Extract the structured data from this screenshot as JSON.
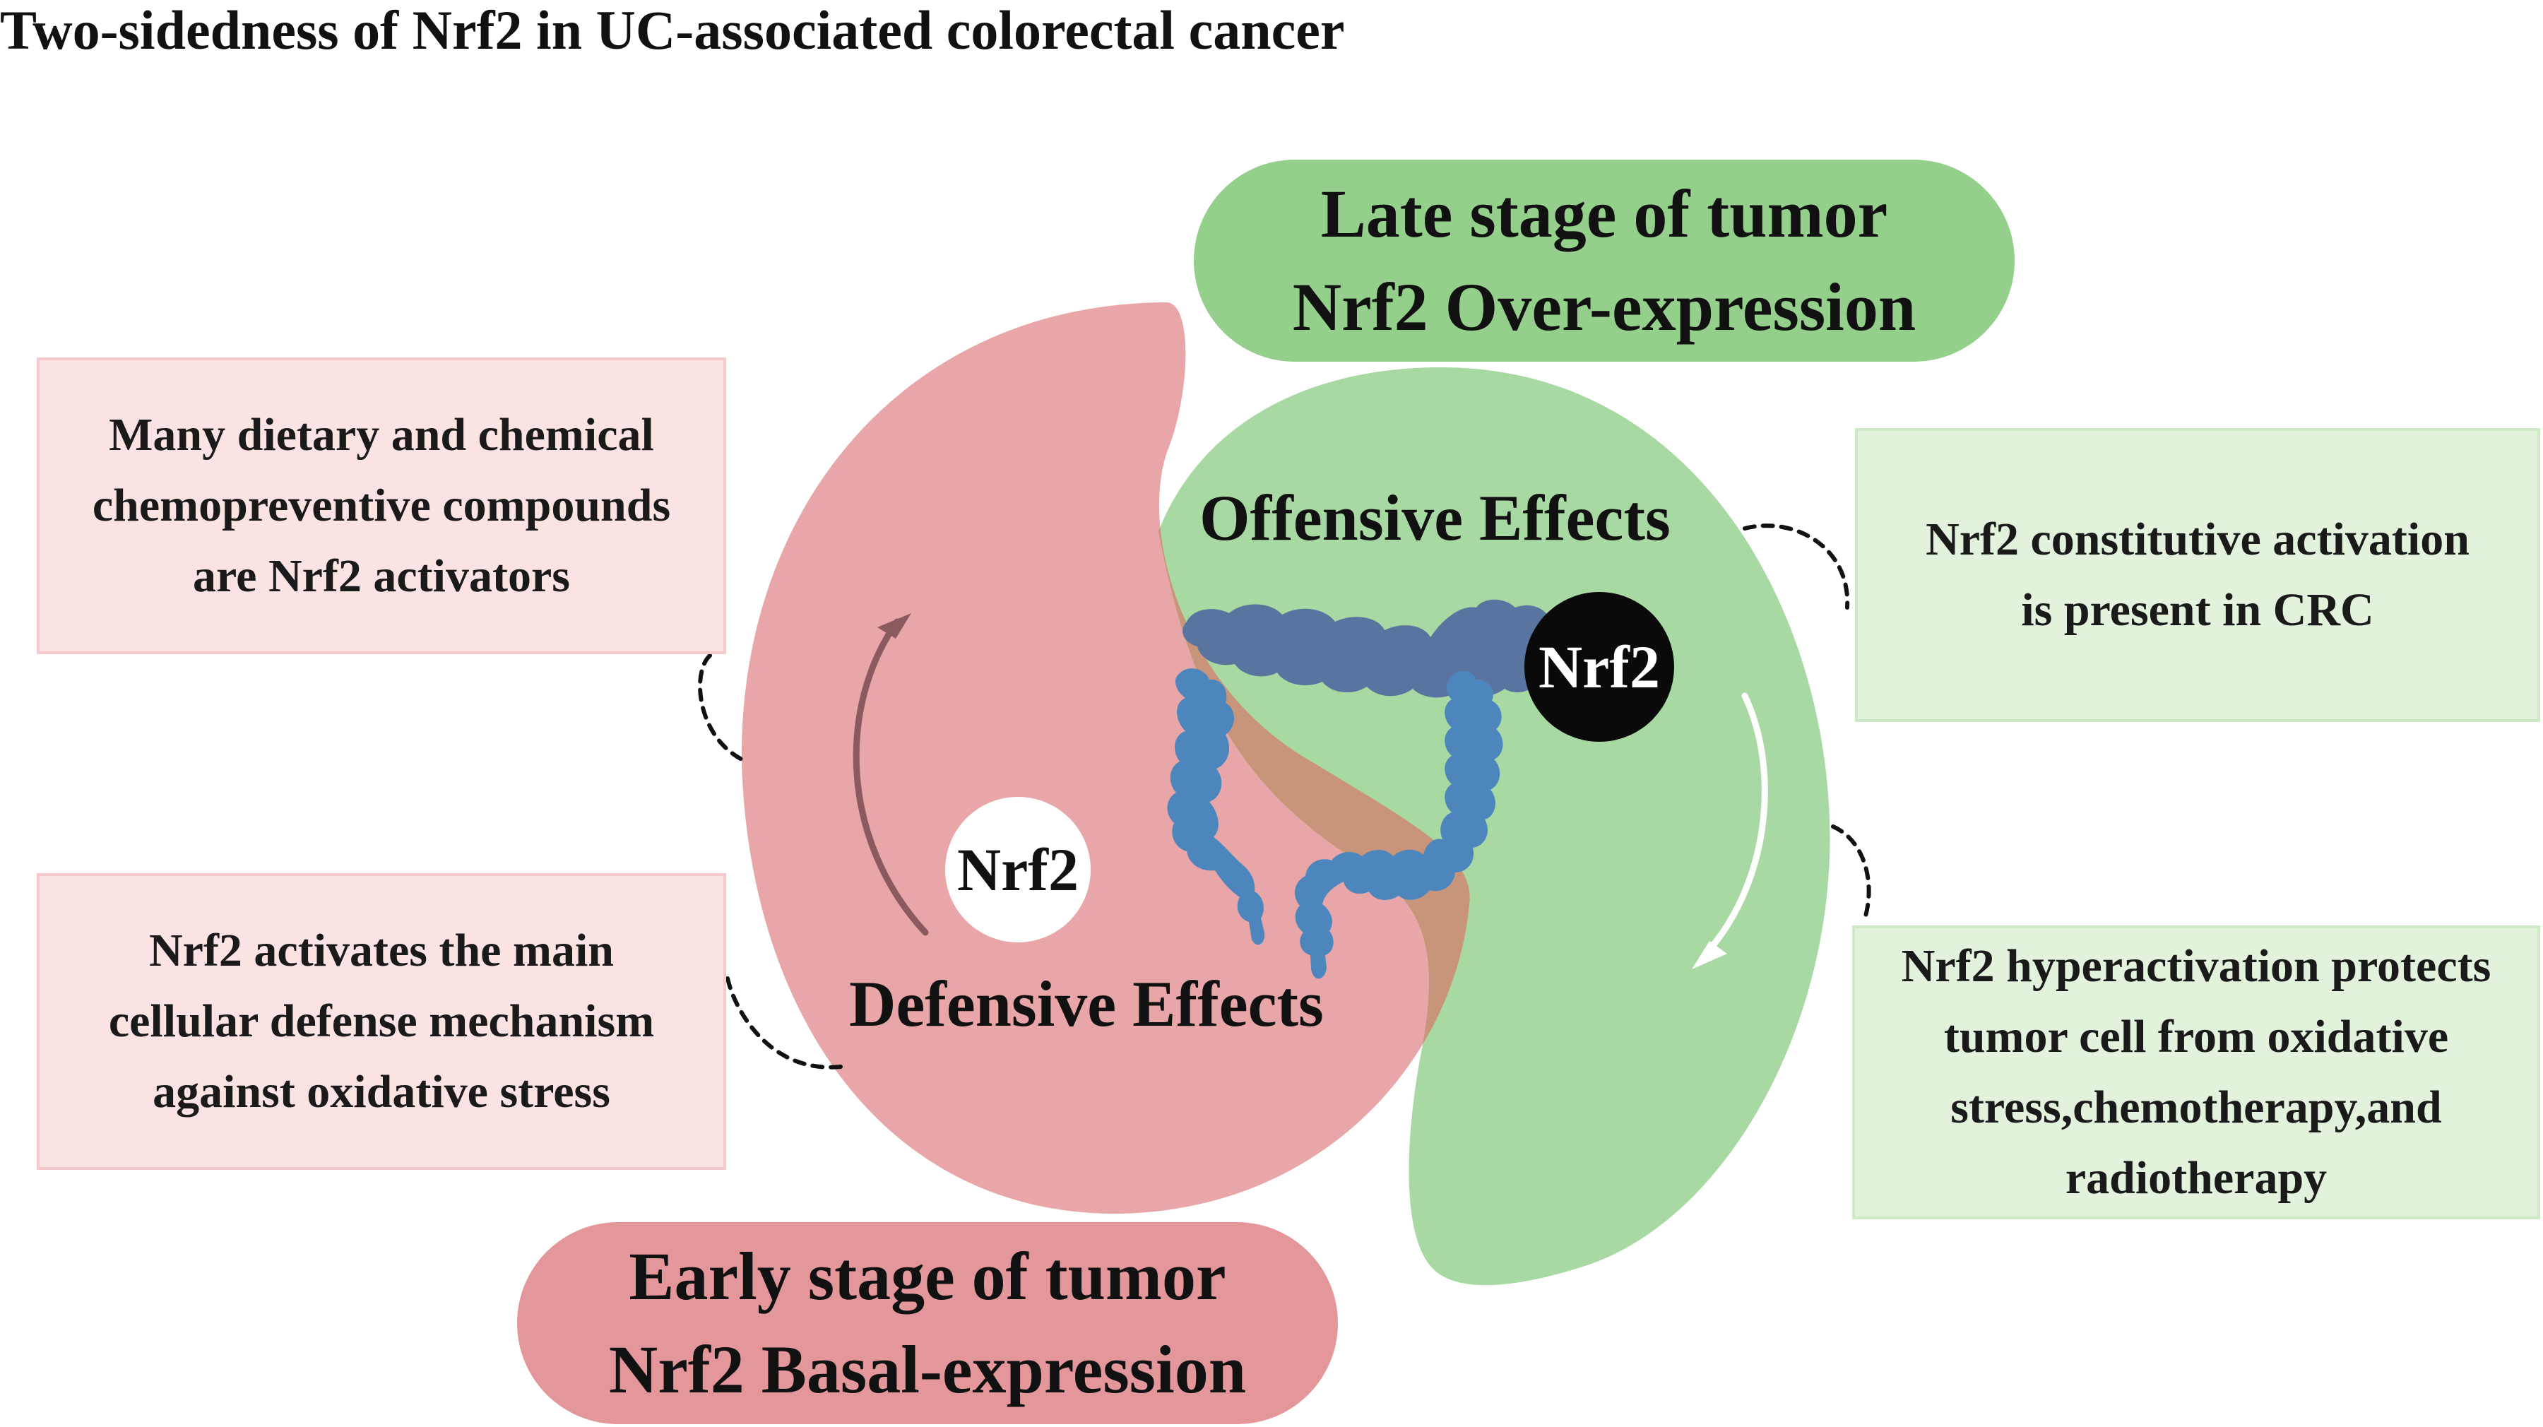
{
  "title": "Two-sidedness of Nrf2 in UC-associated colorectal cancer",
  "late_stage": {
    "line1": "Late stage of tumor",
    "line2": "Nrf2 Over-expression"
  },
  "early_stage": {
    "line1": "Early stage of tumor",
    "line2": "Nrf2 Basal-expression"
  },
  "offensive_label": "Offensive Effects",
  "defensive_label": "Defensive Effects",
  "nrf2_offensive": "Nrf2",
  "nrf2_defensive": "Nrf2",
  "left_boxes": [
    {
      "lines": [
        "Many dietary and chemical",
        "chemopreventive compounds",
        "are Nrf2 activators"
      ]
    },
    {
      "lines": [
        "Nrf2 activates the main",
        "cellular defense mechanism",
        "against oxidative stress"
      ]
    }
  ],
  "right_boxes": [
    {
      "lines": [
        "Nrf2 constitutive activation",
        "is  present in CRC"
      ]
    },
    {
      "lines": [
        "Nrf2 hyperactivation protects",
        "tumor cell from oxidative",
        "stress,chemotherapy,and",
        "radiotherapy"
      ]
    }
  ],
  "colors": {
    "pink_shape": "#e8a6a9",
    "green_shape": "#a8d9a2",
    "overlap": "#c8957a",
    "colon_dark": "#5a74a0",
    "colon_light": "#4d86bc",
    "late_pill": "#94cf8b",
    "early_pill": "#e4979b",
    "pink_box": "#fbe3e4",
    "green_box": "#e2f2dd"
  }
}
